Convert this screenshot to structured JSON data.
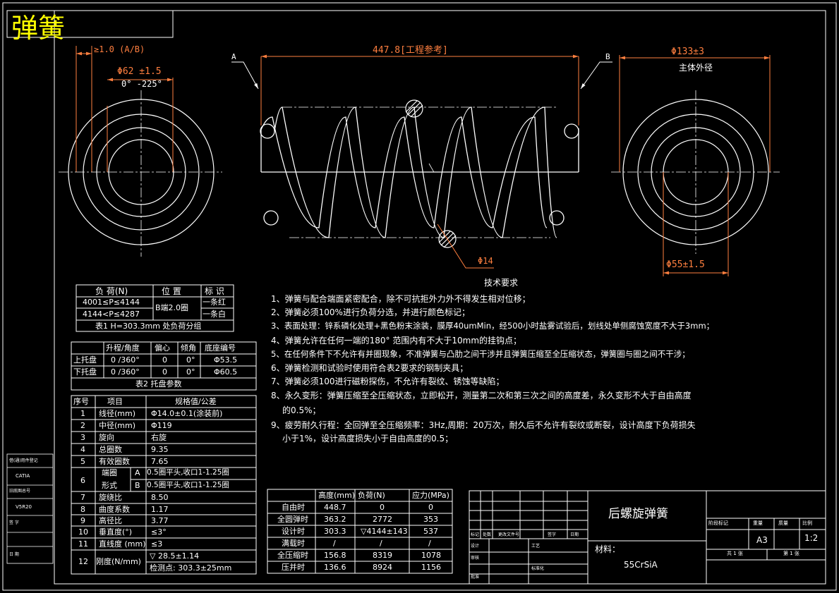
{
  "title": "弹簧",
  "colors": {
    "background": "#000000",
    "line": "#ffffff",
    "title": "#ffff00",
    "dimension": "#ff7f3f",
    "center_line": "#ffffff"
  },
  "dims": {
    "gap": "≥1.0 (A/B)",
    "inner_phi": "Φ62 ±1.5",
    "angle": "0° -225°",
    "free_length": "447.8[工程参考]",
    "label_a": "A",
    "label_b": "B",
    "outer_phi": "Φ133±3",
    "outer_label": "主体外径",
    "wire_phi": "Φ14",
    "inner_phi2": "Φ55±1.5"
  },
  "table1": {
    "headers": [
      "负 荷(N)",
      "位 置",
      "标 识"
    ],
    "rows": [
      [
        "4001≤P≤4144",
        "一条红"
      ],
      [
        "4144<P≤4287",
        "一条白"
      ]
    ],
    "position": "B端2.0圈",
    "caption": "表1 H=303.3mm 处负荷分组"
  },
  "table2": {
    "headers": [
      "升程/角度",
      "偏心",
      "倾角",
      "底座编号"
    ],
    "rows": [
      [
        "上托盘",
        "0 /360°",
        "0",
        "0°",
        "Φ53.5"
      ],
      [
        "下托盘",
        "0 /360°",
        "0",
        "0°",
        "Φ60.5"
      ]
    ],
    "caption": "表2 托盘参数"
  },
  "table3": {
    "headers": [
      "序号",
      "项目",
      "规格值/公差"
    ],
    "rows": [
      [
        "1",
        "线径(mm)",
        "Φ14.0±0.1(涂装前)"
      ],
      [
        "2",
        "中径(mm)",
        "Φ119"
      ],
      [
        "3",
        "旋向",
        "右旋"
      ],
      [
        "4",
        "总圈数",
        "9.35"
      ],
      [
        "5",
        "有效圈数",
        "7.65"
      ],
      [
        "7",
        "旋绕比",
        "8.50"
      ],
      [
        "8",
        "曲度系数",
        "1.17"
      ],
      [
        "9",
        "高径比",
        "3.77"
      ],
      [
        "10",
        "垂直度(°)",
        "≤3°"
      ],
      [
        "11",
        "直线度 (mm)",
        "≤3"
      ]
    ],
    "row6": {
      "no": "6",
      "item1": "端圈",
      "item2": "形式",
      "a": "A",
      "b": "B",
      "va": "0.5圈平头,收口1-1.25圈",
      "vb": "0.5圈平头,收口1-1.25圈"
    },
    "row12": {
      "no": "12",
      "item": "刚度(N/mm)",
      "v1": "▽ 28.5±1.14",
      "v2": "检测点: 303.3±25mm"
    }
  },
  "table4": {
    "headers": [
      "",
      "高度(mm)",
      "负荷(N)",
      "应力(MPa)"
    ],
    "rows": [
      [
        "自由时",
        "448.7",
        "0",
        "0"
      ],
      [
        "全圆弹时",
        "363.2",
        "2772",
        "353"
      ],
      [
        "设计时",
        "303.3",
        "▽4144±143",
        "537"
      ],
      [
        "满载时",
        "/",
        "/",
        "/"
      ],
      [
        "全压缩时",
        "156.8",
        "8319",
        "1078"
      ],
      [
        "压并时",
        "136.6",
        "8924",
        "1156"
      ]
    ]
  },
  "requirements": {
    "title": "技术要求",
    "lines": [
      "1、弹簧与配合端面紧密配合，除不可抗拒外力外不得发生相对位移；",
      "2、弹簧必须100%进行负荷分选，并进行颜色标记；",
      "3、表面处理：锌系磷化处理+黑色粉末涂装，膜厚40umMin，经500小时盐雾试验后，划线处单侧腐蚀宽度不大于3mm；",
      "4、弹簧允许在任何一端的180° 范围内有不大于10mm的挂钩点；",
      "5、在任何条件下不允许有并圈现象，不准弹簧与凸肋之间干涉并且弹簧压缩至全压缩状态，弹簧圈与圈之间不干涉；",
      "6、弹簧检测和试验时使用符合表2要求的钢制夹具；",
      "7、弹簧必须100进行磁粉探伤，不允许有裂纹、锈蚀等缺陷；",
      "8、永久变形：弹簧压缩至全压缩状态，立即松开，测量第二次和第三次之间的高度差，永久变形不大于自由高度",
      "的0.5%；",
      "9、疲劳耐久行程：全回弹至全压缩频率：3Hz,周期：20万次，耐久后不允许有裂纹或断裂，设计高度下负荷损失",
      "小于1%，设计高度损失小于自由高度的0.5；"
    ]
  },
  "title_block": {
    "name": "后螺旋弹簧",
    "material_label": "材料：",
    "material": "55CrSiA",
    "size": "A3",
    "scale": "1:2",
    "stage_label": "阶段标记",
    "weight_label": "重量",
    "weight2_label": "质量",
    "scale_label": "比例",
    "sheets": "共 1 张",
    "sheet": "第 1 张",
    "mark_labels": [
      "标记",
      "处数",
      "更改文件号",
      "签字",
      "日期"
    ],
    "role_labels": [
      "设计",
      "审核",
      "工艺",
      "批准"
    ],
    "sign_labels": [
      "标准化"
    ]
  },
  "side_panel": {
    "labels": [
      "借(通)用件登记",
      "CATIA",
      "旧底图总号",
      "V5R20",
      "签 字",
      "日 期"
    ]
  }
}
